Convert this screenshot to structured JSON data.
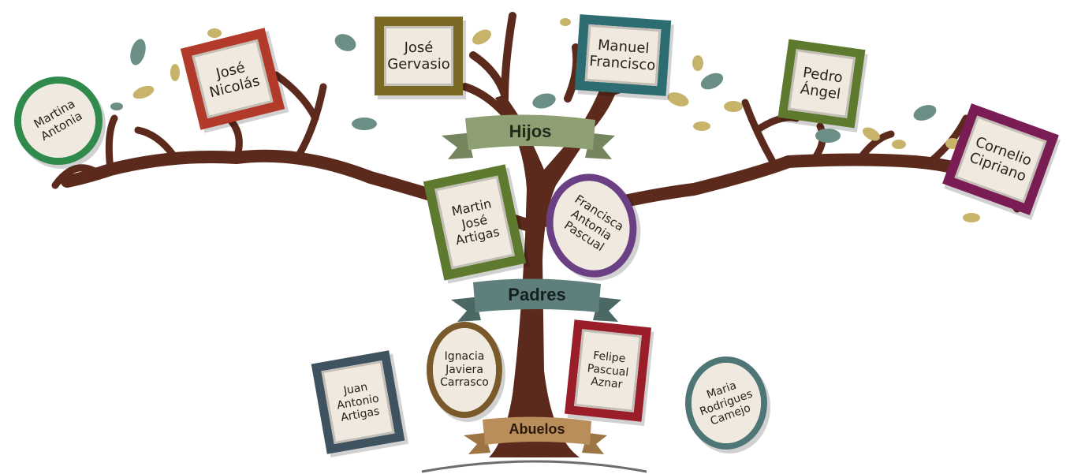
{
  "colors": {
    "trunk": "#5b2a1c",
    "ground": "#6d6d6d",
    "leaf_teal": "#6b8e86",
    "leaf_olive": "#c8b36a",
    "hijos_banner": "#8f9f74",
    "padres_banner": "#5f7f7c",
    "abuelos_banner": "#b98e5a"
  },
  "banners": {
    "hijos": "Hijos",
    "padres": "Padres",
    "abuelos": "Abuelos"
  },
  "people": {
    "martina": {
      "name": "Martina\nAntonia",
      "frame_color": "#2f8a4c",
      "shape": "oval"
    },
    "jose_nicolas": {
      "name": "José\nNicolás",
      "frame_color": "#b13a2a",
      "shape": "rect"
    },
    "jose_gervasio": {
      "name": "José\nGervasio",
      "frame_color": "#7a6a23",
      "shape": "rect"
    },
    "manuel": {
      "name": "Manuel\nFrancisco",
      "frame_color": "#2d6d72",
      "shape": "rect"
    },
    "pedro": {
      "name": "Pedro\nÁngel",
      "frame_color": "#5d7a2e",
      "shape": "rect"
    },
    "cornelio": {
      "name": "Cornelio\nCipriano",
      "frame_color": "#7a1d55",
      "shape": "rect"
    },
    "martin": {
      "name": "Martin\nJosé\nArtigas",
      "frame_color": "#5d7a2e",
      "shape": "rect"
    },
    "francisca": {
      "name": "Francisca\nAntonia\nPascual",
      "frame_color": "#6a3f84",
      "shape": "oval"
    },
    "juan": {
      "name": "Juan\nAntonio\nArtigas",
      "frame_color": "#3f5260",
      "shape": "rect"
    },
    "ignacia": {
      "name": "Ignacia\nJaviera\nCarrasco",
      "frame_color": "#7a5a2a",
      "shape": "oval"
    },
    "felipe": {
      "name": "Felipe\nPascual\nAznar",
      "frame_color": "#9a1e2a",
      "shape": "rect"
    },
    "maria": {
      "name": "Maria\nRodrigues\nCamejo",
      "frame_color": "#4f7677",
      "shape": "oval"
    }
  }
}
